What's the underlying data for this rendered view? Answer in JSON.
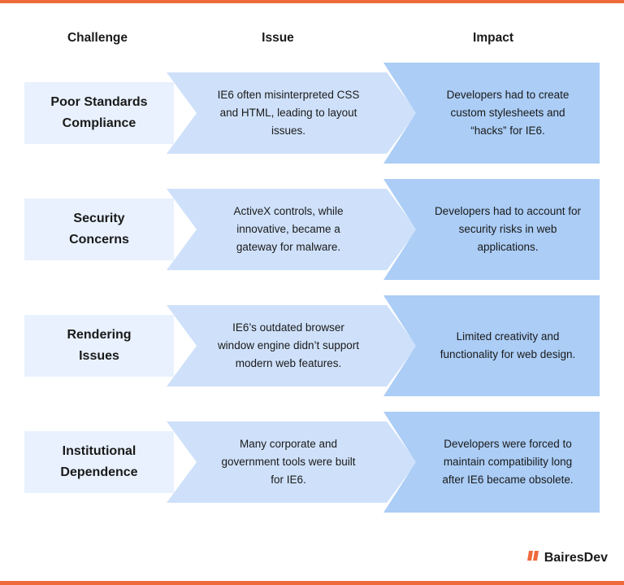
{
  "headers": {
    "challenge": "Challenge",
    "issue": "Issue",
    "impact": "Impact"
  },
  "rows": [
    {
      "challenge": "Poor Standards\nCompliance",
      "issue": "IE6 often misinterpreted CSS\nand HTML, leading to layout\nissues.",
      "impact": "Developers had to create\ncustom stylesheets and\n“hacks” for IE6."
    },
    {
      "challenge": "Security\nConcerns",
      "issue": "ActiveX controls, while\ninnovative, became a\ngateway for malware.",
      "impact": "Developers had to account for\nsecurity risks in web\napplications."
    },
    {
      "challenge": "Rendering\nIssues",
      "issue": "IE6’s outdated browser\nwindow engine didn’t support\nmodern web features.",
      "impact": "Limited creativity and\nfunctionality for web design."
    },
    {
      "challenge": "Institutional\nDependence",
      "issue": "Many corporate and\ngovernment tools were built\nfor IE6.",
      "impact": "Developers were forced to\nmaintain compatibility long\nafter IE6 became obsolete."
    }
  ],
  "brand": {
    "name": "BairesDev",
    "icon": "bairesdev-logo-icon",
    "color": "#ef6a3b"
  },
  "colors": {
    "accent": "#ef6a3b",
    "challenge_bg": "#e8f1fd",
    "issue_bg": "#cfe1fa",
    "impact_bg": "#abcdf6"
  }
}
